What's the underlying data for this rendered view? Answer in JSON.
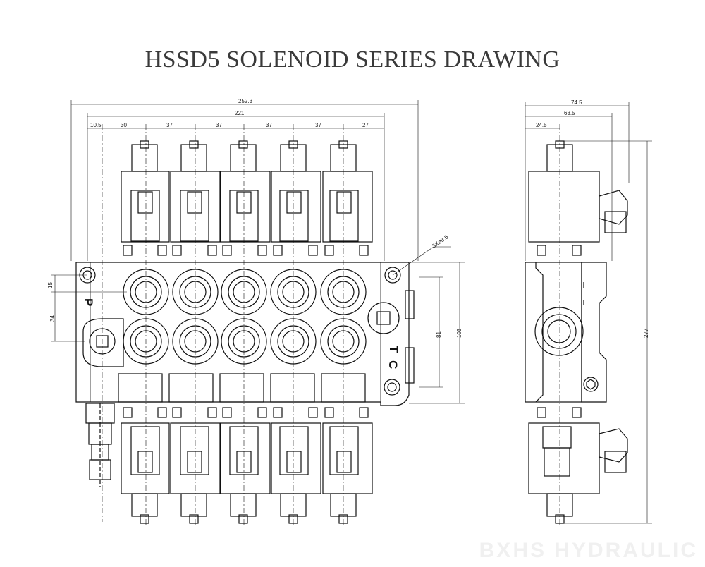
{
  "title": "HSSD5 SOLENOID SERIES DRAWING",
  "watermark": "BXHS HYDRAULIC",
  "front_view": {
    "overall_width": "252.3",
    "inner_width": "221",
    "section_dims": [
      "10.5",
      "30",
      "37",
      "37",
      "37",
      "37",
      "27"
    ],
    "port_dims": {
      "top_offset": "15",
      "port_spacing": "34",
      "body_height": "81",
      "total_height": "103",
      "mount_hole": "3Xø8.5"
    },
    "port_labels": {
      "pressure": "P",
      "tank": "T",
      "carryover": "C"
    }
  },
  "side_view": {
    "width": "74.5",
    "width_mid": "63.5",
    "offset": "24.5",
    "height": "277"
  }
}
